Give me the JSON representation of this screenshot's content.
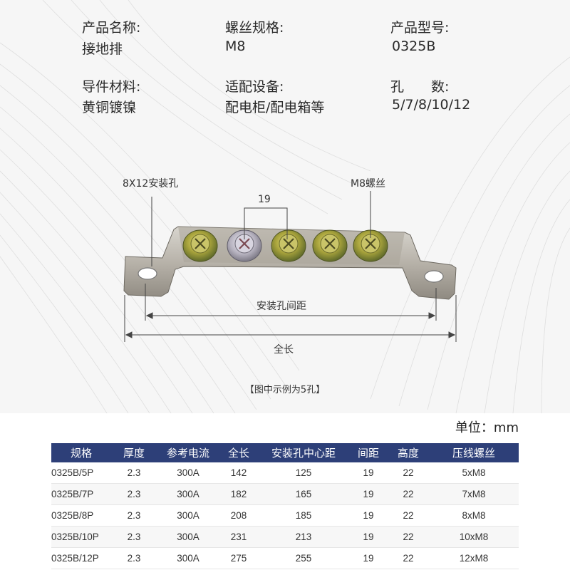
{
  "specs": {
    "name_label": "产品名称:",
    "name_value": "接地排",
    "thread_label": "螺丝规格:",
    "thread_value": "M8",
    "model_label": "产品型号:",
    "model_value": "0325B",
    "material_label": "导件材料:",
    "material_value": "黄铜镀镍",
    "device_label": "适配设备:",
    "device_value": "配电柜/配电箱等",
    "holes_label": "孔　　数:",
    "holes_value": "5/7/8/10/12"
  },
  "diagram": {
    "mount_hole_label": "8X12安装孔",
    "screw_label": "M8螺丝",
    "pitch_label": "19",
    "mount_distance_label": "安装孔间距",
    "total_length_label": "全长",
    "caption": "【图中示例为5孔】"
  },
  "unit": "单位：mm",
  "table": {
    "headers": [
      "规格",
      "厚度",
      "参考电流",
      "全长",
      "安装孔中心距",
      "间距",
      "高度",
      "压线螺丝"
    ],
    "rows": [
      [
        "0325B/5P",
        "2.3",
        "300A",
        "142",
        "125",
        "19",
        "22",
        "5xM8"
      ],
      [
        "0325B/7P",
        "2.3",
        "300A",
        "182",
        "165",
        "19",
        "22",
        "7xM8"
      ],
      [
        "0325B/8P",
        "2.3",
        "300A",
        "208",
        "185",
        "19",
        "22",
        "8xM8"
      ],
      [
        "0325B/10P",
        "2.3",
        "300A",
        "231",
        "213",
        "19",
        "22",
        "10xM8"
      ],
      [
        "0325B/12P",
        "2.3",
        "300A",
        "275",
        "255",
        "19",
        "22",
        "12xM8"
      ]
    ]
  },
  "colors": {
    "table_header_bg": "#2d3f78",
    "bar_metal": "#b9b5ad",
    "screw_brass": "#a9a24a"
  },
  "icons": [
    "mounting-hole-icon",
    "screw-icon"
  ]
}
